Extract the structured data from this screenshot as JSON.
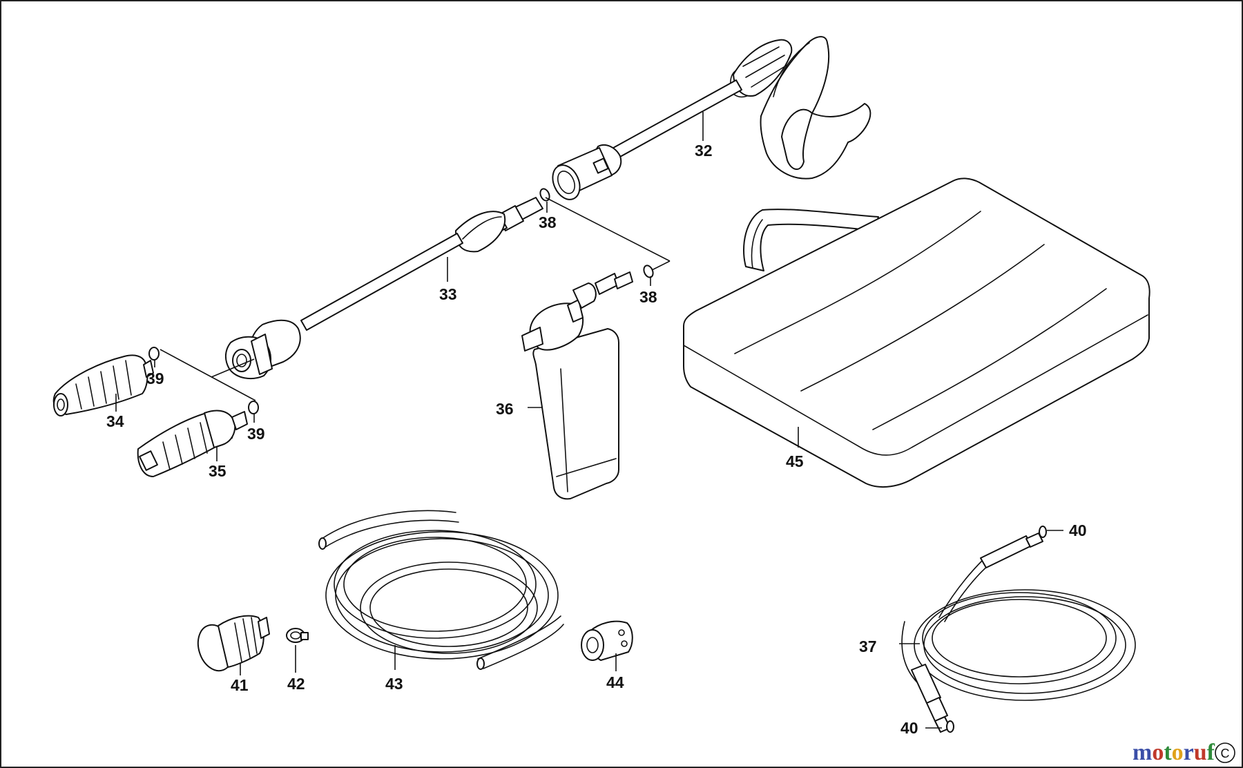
{
  "callouts": {
    "p32": "32",
    "p33": "33",
    "p34": "34",
    "p35": "35",
    "p36": "36",
    "p37": "37",
    "p38a": "38",
    "p38b": "38",
    "p39a": "39",
    "p39b": "39",
    "p40a": "40",
    "p40b": "40",
    "p41": "41",
    "p42": "42",
    "p43": "43",
    "p44": "44",
    "p45": "45"
  },
  "watermark": {
    "text": "motoruf",
    "colors": [
      "#3b4fa8",
      "#c0392b",
      "#2e8b3a",
      "#e0a21b",
      "#3b4fa8",
      "#c0392b",
      "#2e8b3a"
    ],
    "badge": "C"
  }
}
